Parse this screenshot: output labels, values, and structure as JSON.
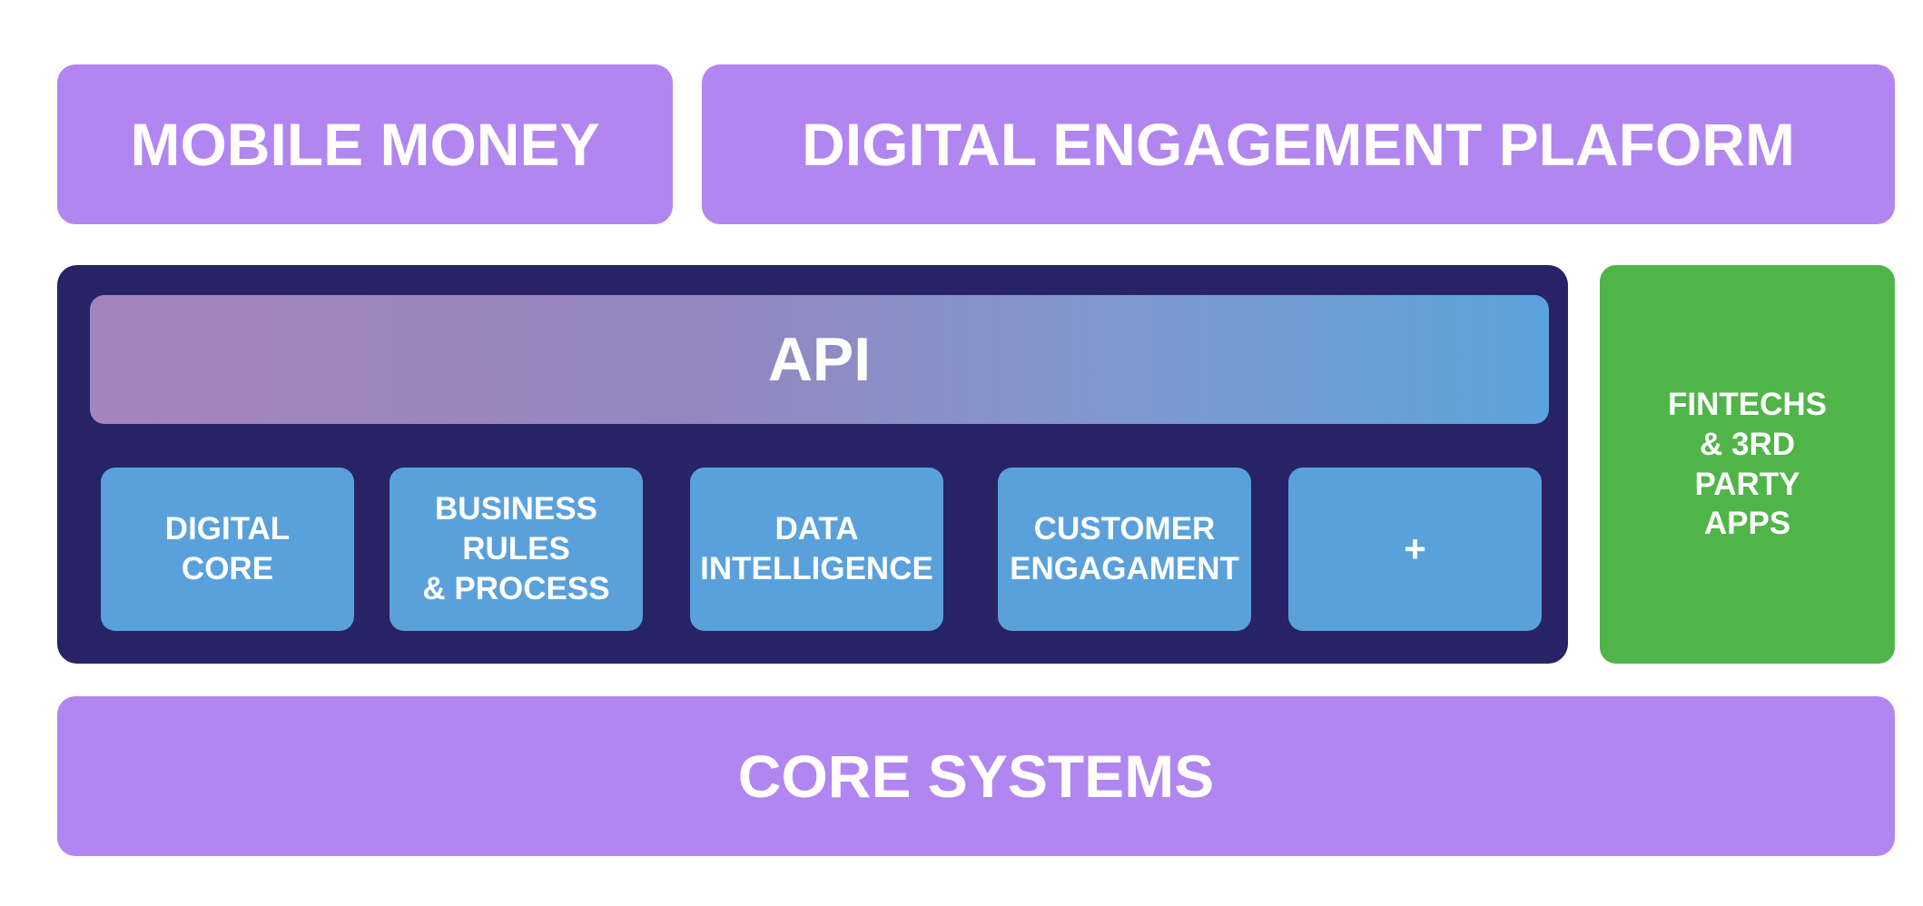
{
  "top": {
    "mobile_money": "MOBILE MONEY",
    "digital_engagement_platform": "DIGITAL ENGAGEMENT PLAFORM"
  },
  "platform": {
    "api": "API",
    "modules": [
      "DIGITAL\nCORE",
      "BUSINESS\nRULES\n& PROCESS",
      "DATA\nINTELLIGENCE",
      "CUSTOMER\nENGAGAMENT",
      "+"
    ]
  },
  "side": {
    "fintechs": "FINTECHS\n& 3RD\nPARTY\nAPPS"
  },
  "bottom": {
    "core_systems": "CORE SYSTEMS"
  },
  "colors": {
    "lavender": "#b186f0",
    "navy": "#272366",
    "module_blue": "#5aa1db",
    "green": "#50b548"
  }
}
